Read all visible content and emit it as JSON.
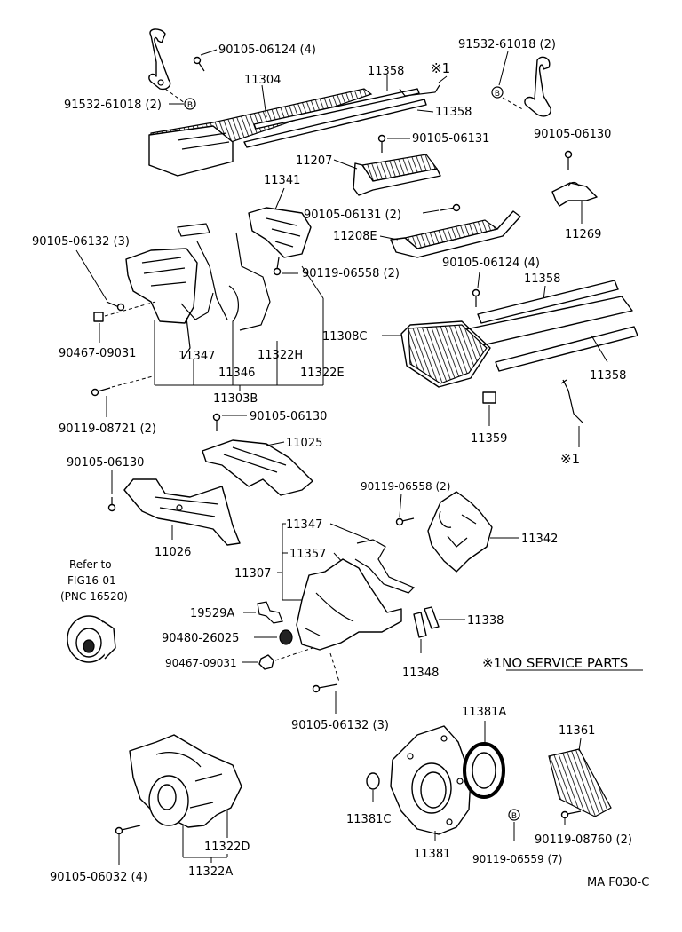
{
  "labels": {
    "p_91532_61018_a": "91532-61018 (2)",
    "p_90105_06124_a": "90105-06124 (4)",
    "p_11358_a": "11358",
    "mark_1a": "※1",
    "p_91532_61018_b": "91532-61018 (2)",
    "p_11304": "11304",
    "p_11358_b": "11358",
    "p_90105_06131_a": "90105-06131",
    "p_90105_06130_a": "90105-06130",
    "p_11207": "11207",
    "p_11341": "11341",
    "p_90105_06131_b": "90105-06131 (2)",
    "p_11208e": "11208E",
    "p_11269": "11269",
    "p_90105_06132_a": "90105-06132 (3)",
    "p_90119_06558_a": "90119-06558 (2)",
    "p_90105_06124_b": "90105-06124 (4)",
    "p_11358_c": "11358",
    "p_90467_09031_a": "90467-09031",
    "p_11308c": "11308C",
    "p_11322h": "11322H",
    "p_11347_a": "11347",
    "p_11346": "11346",
    "p_11322e": "11322E",
    "p_11358_d": "11358",
    "p_11303b": "11303B",
    "p_90119_08721": "90119-08721 (2)",
    "p_90105_06130_b": "90105-06130",
    "p_11359": "11359",
    "p_11025": "11025",
    "mark_1b": "※1",
    "p_90105_06130_c": "90105-06130",
    "p_90119_06558_b": "90119-06558 (2)",
    "p_11026": "11026",
    "p_11347_b": "11347",
    "p_11342": "11342",
    "p_11307": "11307",
    "p_11357": "11357",
    "refer_1": "Refer to",
    "refer_2": "FIG16-01",
    "refer_3": "(PNC 16520)",
    "p_19529a": "19529A",
    "p_11338": "11338",
    "p_90480_26025": "90480-26025",
    "p_90467_09031_b": "90467-09031",
    "p_11348": "11348",
    "note_no_service": "※1NO SERVICE PARTS",
    "p_90105_06132_b": "90105-06132 (3)",
    "p_11381a": "11381A",
    "p_11361": "11361",
    "p_11381c": "11381C",
    "p_11322d": "11322D",
    "p_90119_08760": "90119-08760 (2)",
    "p_11381": "11381",
    "p_90105_06032": "90105-06032 (4)",
    "p_11322a": "11322A",
    "p_90119_06559": "90119-06559 (7)",
    "figure_code": "MA F030-C",
    "callout_b": "B"
  }
}
